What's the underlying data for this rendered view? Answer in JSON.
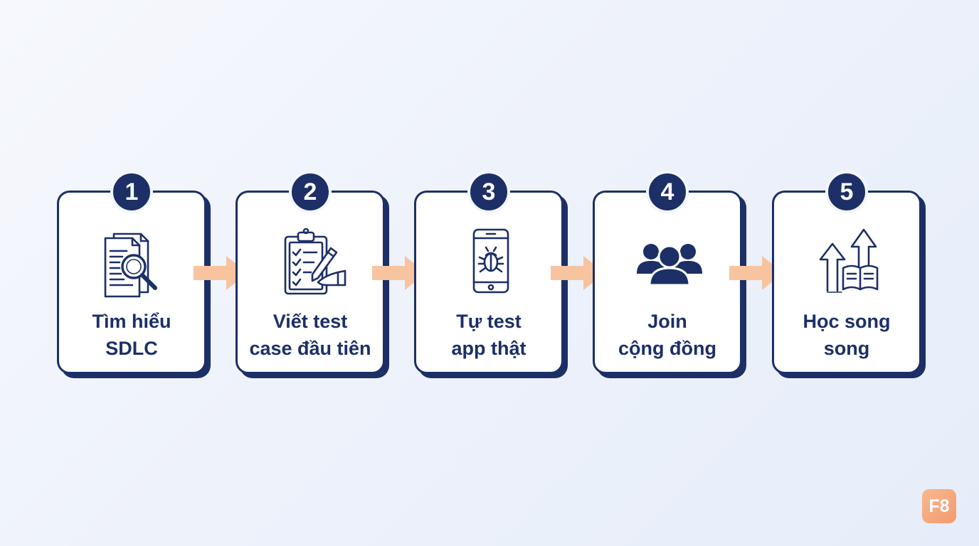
{
  "colors": {
    "navy": "#1c2f66",
    "arrow": "#f8c4a0",
    "card_bg": "#ffffff",
    "logo": "#f4a57b"
  },
  "steps": [
    {
      "number": "1",
      "icon": "document-search-icon",
      "label_lines": [
        "Tìm hiểu",
        "SDLC"
      ]
    },
    {
      "number": "2",
      "icon": "clipboard-checklist-pen-icon",
      "label_lines": [
        "Viết test",
        "case đầu tiên"
      ]
    },
    {
      "number": "3",
      "icon": "phone-bug-icon",
      "label_lines": [
        "Tự test",
        "app thật"
      ]
    },
    {
      "number": "4",
      "icon": "people-group-icon",
      "label_lines": [
        "Join",
        "cộng đồng"
      ]
    },
    {
      "number": "5",
      "icon": "growth-arrows-book-icon",
      "label_lines": [
        "Học song",
        "song"
      ]
    }
  ],
  "logo": {
    "text": "F8"
  }
}
